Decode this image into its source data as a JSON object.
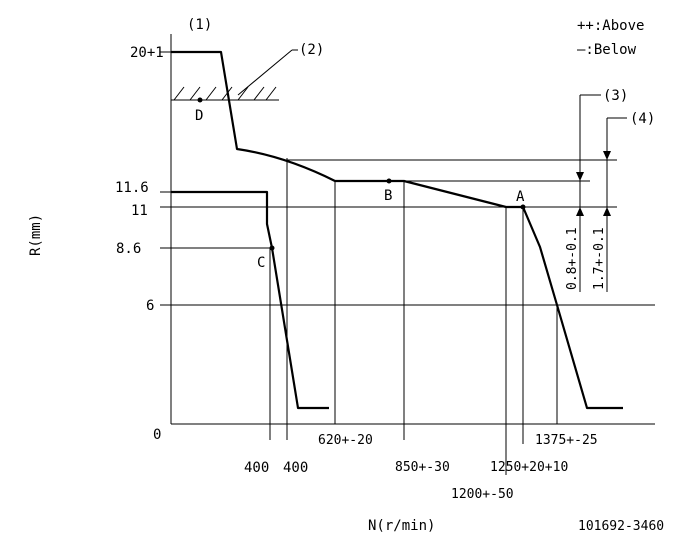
{
  "chart_data": {
    "type": "line",
    "legend": {
      "above": "++:Above",
      "below": "—:Below"
    },
    "callouts": {
      "c1": "(1)",
      "c2": "(2)",
      "c3": "(3)",
      "c4": "(4)"
    },
    "points": {
      "A": "A",
      "B": "B",
      "C": "C",
      "D": "D"
    },
    "ylabel": "R(mm)",
    "xlabel": "N(r/min)",
    "y_ticks": [
      "20+1",
      "11.6",
      "11",
      "8.6",
      "6",
      "0"
    ],
    "x_ticks": [
      "400",
      "400",
      "620+-20",
      "850+-30",
      "1200+-50",
      "1250+20+10",
      "1375+-25"
    ],
    "tolerances": {
      "t3": "0.8+-0.1",
      "t4": "1.7+-0.1"
    },
    "figure_id": "101692-3460"
  }
}
